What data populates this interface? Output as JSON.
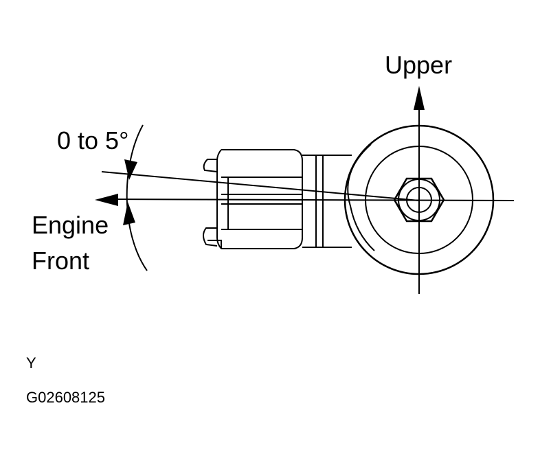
{
  "labels": {
    "upper": "Upper",
    "angle": "0 to 5°",
    "engine": "Engine",
    "front": "Front",
    "view": "Y",
    "figure_id": "G02608125"
  },
  "colors": {
    "ink": "#000000",
    "paper": "#ffffff"
  }
}
